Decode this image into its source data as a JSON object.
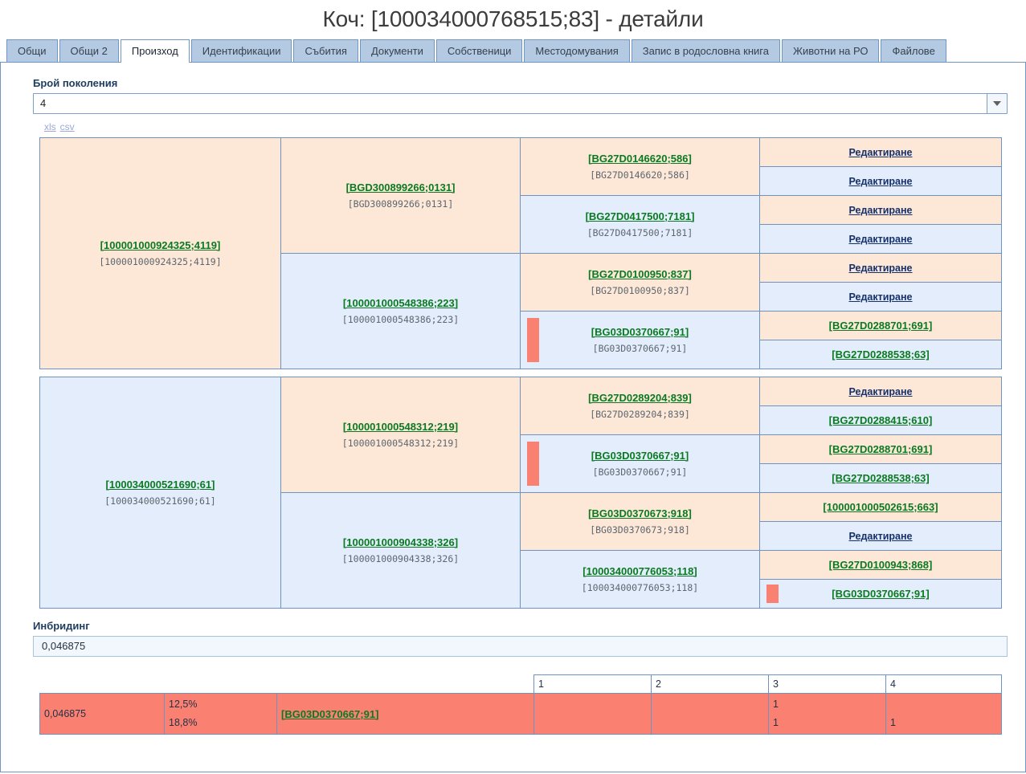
{
  "header": {
    "title": "Коч: [100034000768515;83] - детайли"
  },
  "tabs": [
    {
      "label": "Общи",
      "active": false
    },
    {
      "label": "Общи 2",
      "active": false
    },
    {
      "label": "Произход",
      "active": true
    },
    {
      "label": "Идентификации",
      "active": false
    },
    {
      "label": "Събития",
      "active": false
    },
    {
      "label": "Документи",
      "active": false
    },
    {
      "label": "Собственици",
      "active": false
    },
    {
      "label": "Местодомувания",
      "active": false
    },
    {
      "label": "Запис в родословна книга",
      "active": false
    },
    {
      "label": "Животни на РО",
      "active": false
    },
    {
      "label": "Файлове",
      "active": false
    }
  ],
  "generations": {
    "label": "Брой поколения",
    "value": "4"
  },
  "exports": {
    "xls": "xls",
    "csv": "csv"
  },
  "pedigree": {
    "gen1": [
      {
        "name": "[100001000924325;4119]",
        "id": "[100001000924325;4119]",
        "sex": "male"
      },
      {
        "name": "[100034000521690;61]",
        "id": "[100034000521690;61]",
        "sex": "female"
      }
    ],
    "gen2": [
      {
        "name": "[BGD300899266;0131]",
        "id": "[BGD300899266;0131]",
        "sex": "male"
      },
      {
        "name": "[100001000548386;223]",
        "id": "[100001000548386;223]",
        "sex": "female"
      },
      {
        "name": "[100001000548312;219]",
        "id": "[100001000548312;219]",
        "sex": "male"
      },
      {
        "name": "[100001000904338;326]",
        "id": "[100001000904338;326]",
        "sex": "female"
      }
    ],
    "gen3": [
      {
        "name": "[BG27D0146620;586]",
        "id": "[BG27D0146620;586]",
        "sex": "male",
        "marker": false
      },
      {
        "name": "[BG27D0417500;7181]",
        "id": "[BG27D0417500;7181]",
        "sex": "female",
        "marker": false
      },
      {
        "name": "[BG27D0100950;837]",
        "id": "[BG27D0100950;837]",
        "sex": "male",
        "marker": false
      },
      {
        "name": "[BG03D0370667;91]",
        "id": "[BG03D0370667;91]",
        "sex": "female",
        "marker": true
      },
      {
        "name": "[BG27D0289204;839]",
        "id": "[BG27D0289204;839]",
        "sex": "male",
        "marker": false
      },
      {
        "name": "[BG03D0370667;91]",
        "id": "[BG03D0370667;91]",
        "sex": "female",
        "marker": true
      },
      {
        "name": "[BG03D0370673;918]",
        "id": "[BG03D0370673;918]",
        "sex": "male",
        "marker": false
      },
      {
        "name": "[100034000776053;118]",
        "id": "[100034000776053;118]",
        "sex": "female",
        "marker": false
      }
    ],
    "gen4": [
      {
        "label": "Редактиране",
        "kind": "edit",
        "sex": "male",
        "marker": false
      },
      {
        "label": "Редактиране",
        "kind": "edit",
        "sex": "female",
        "marker": false
      },
      {
        "label": "Редактиране",
        "kind": "edit",
        "sex": "male",
        "marker": false
      },
      {
        "label": "Редактиране",
        "kind": "edit",
        "sex": "female",
        "marker": false
      },
      {
        "label": "Редактиране",
        "kind": "edit",
        "sex": "male",
        "marker": false
      },
      {
        "label": "Редактиране",
        "kind": "edit",
        "sex": "female",
        "marker": false
      },
      {
        "label": "[BG27D0288701;691]",
        "kind": "animal",
        "sex": "male",
        "marker": false
      },
      {
        "label": "[BG27D0288538;63]",
        "kind": "animal",
        "sex": "female",
        "marker": false
      },
      {
        "label": "Редактиране",
        "kind": "edit",
        "sex": "male",
        "marker": false
      },
      {
        "label": "[BG27D0288415;610]",
        "kind": "animal",
        "sex": "female",
        "marker": false
      },
      {
        "label": "[BG27D0288701;691]",
        "kind": "animal",
        "sex": "male",
        "marker": false
      },
      {
        "label": "[BG27D0288538;63]",
        "kind": "animal",
        "sex": "female",
        "marker": false
      },
      {
        "label": "[100001000502615;663]",
        "kind": "animal",
        "sex": "male",
        "marker": false
      },
      {
        "label": "Редактиране",
        "kind": "edit",
        "sex": "female",
        "marker": false
      },
      {
        "label": "[BG27D0100943;868]",
        "kind": "animal",
        "sex": "male",
        "marker": false
      },
      {
        "label": "[BG03D0370667;91]",
        "kind": "animal",
        "sex": "female",
        "marker": true
      }
    ]
  },
  "inbreeding": {
    "label": "Инбридинг",
    "value": "0,046875",
    "table": {
      "gen_headers": [
        "1",
        "2",
        "3",
        "4"
      ],
      "coefficient": "0,046875",
      "pct_sire": "12,5%",
      "pct_dam": "18,8%",
      "ancestor": "[BG03D0370667;91]",
      "gen_counts": [
        "",
        "",
        "1\n1",
        "1"
      ],
      "gen3_top": "1",
      "gen3_bottom": "1",
      "gen4_bottom": "1"
    }
  }
}
